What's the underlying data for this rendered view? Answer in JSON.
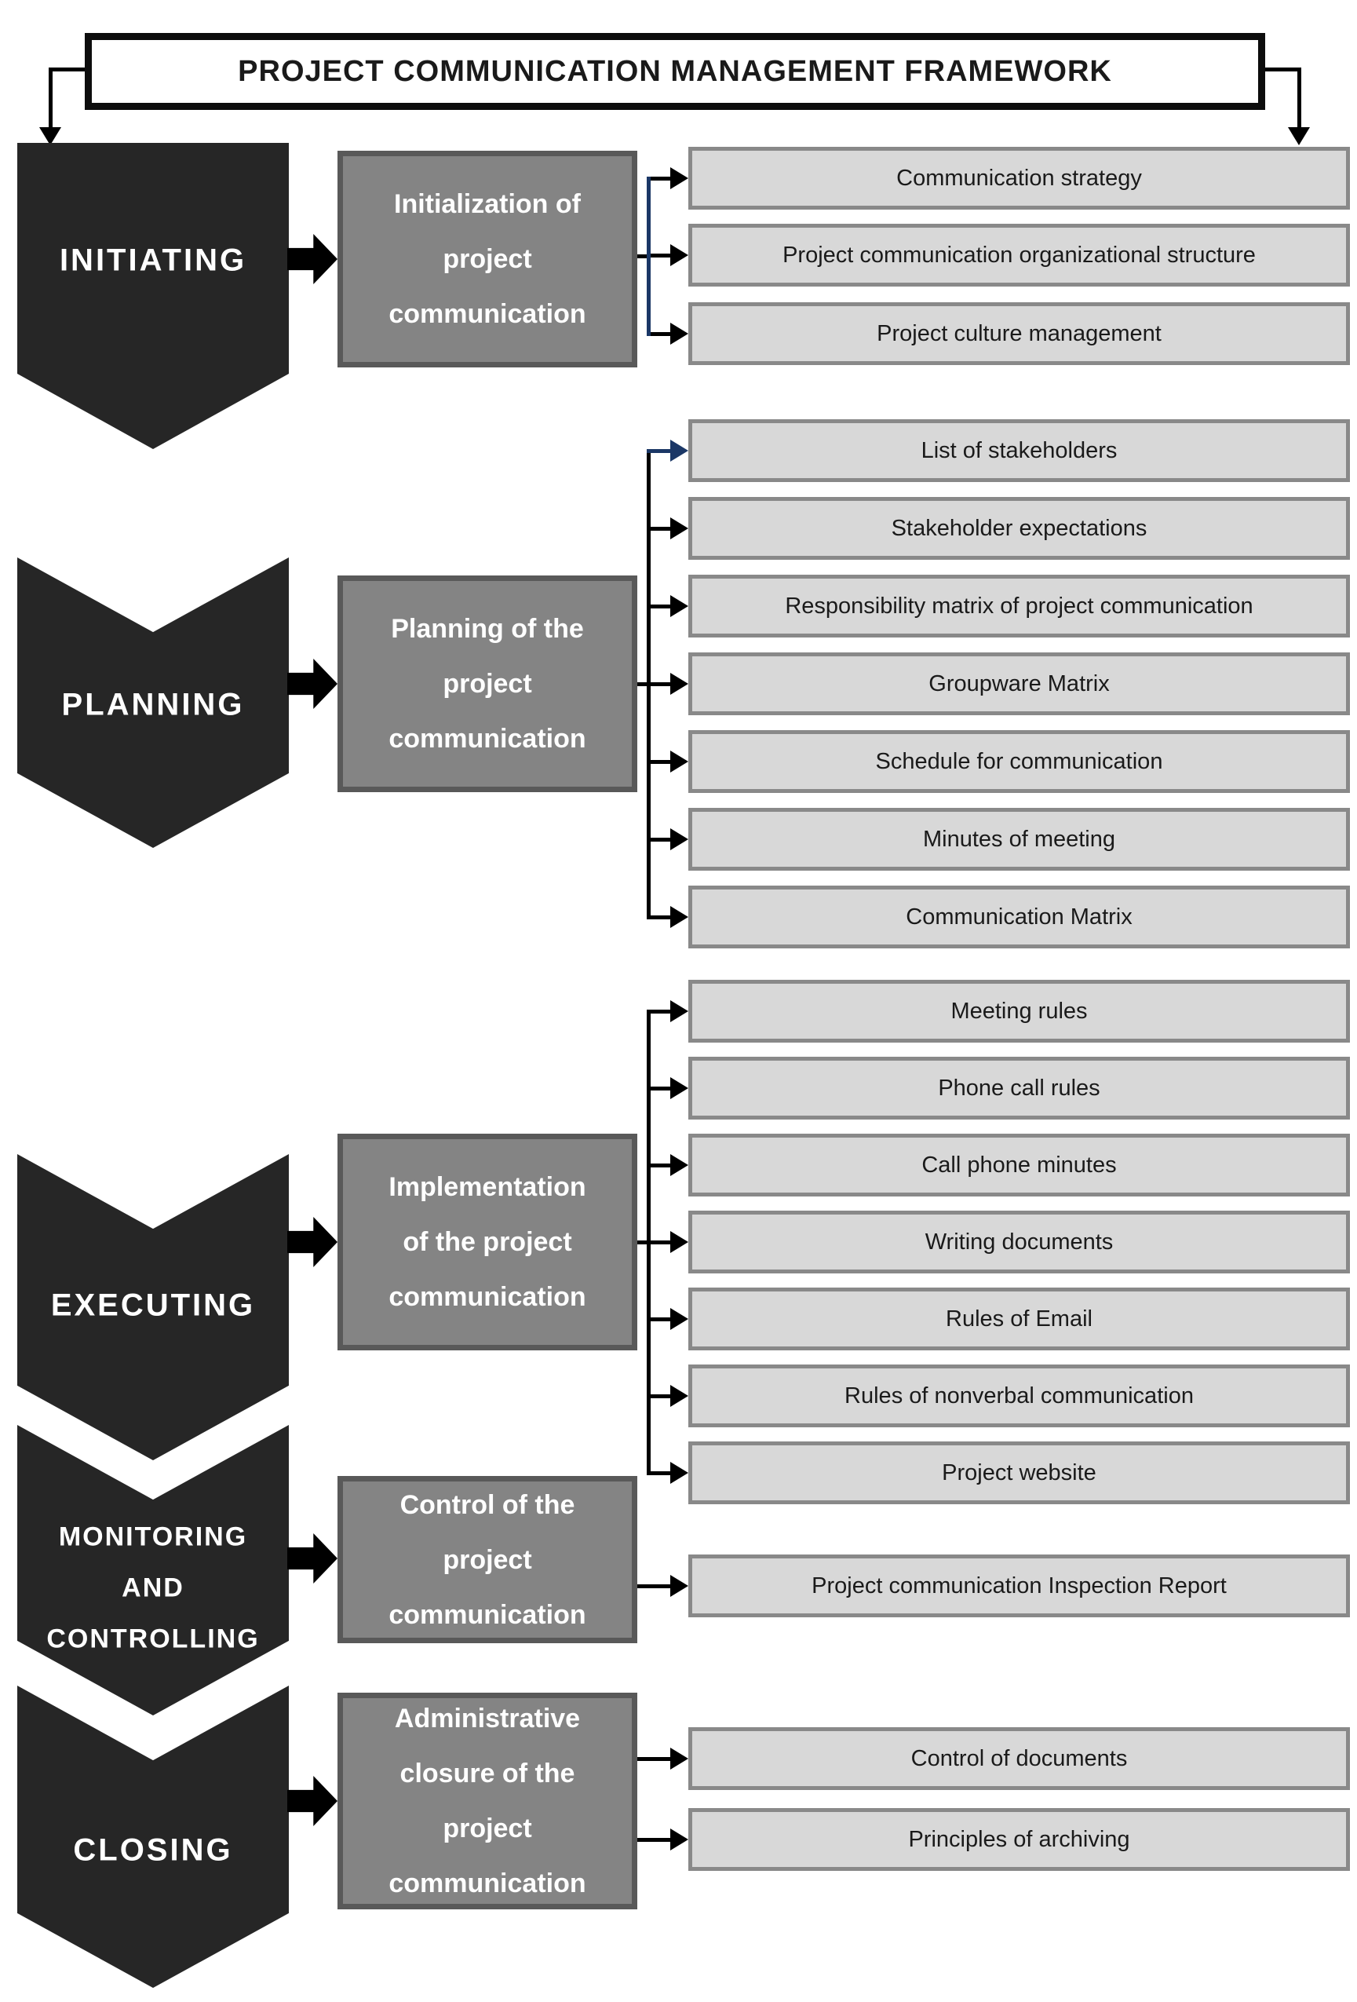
{
  "title": "PROJECT COMMUNICATION MANAGEMENT FRAMEWORK",
  "colors": {
    "background": "#ffffff",
    "chevron_fill": "#262626",
    "process_fill": "#848484",
    "process_border": "#595959",
    "output_fill": "#d8d8d8",
    "output_border": "#898989",
    "connector_black": "#000000",
    "connector_navy": "#1b3766",
    "title_border": "#0d0d0d",
    "text_dark": "#1a1a1a",
    "text_light": "#ffffff"
  },
  "sections": [
    {
      "id": "initiating",
      "phase": "INITIATING",
      "process": "Initialization of\nproject\ncommunication",
      "outputs": [
        "Communication strategy",
        "Project communication organizational structure",
        "Project culture management"
      ]
    },
    {
      "id": "planning",
      "phase": "PLANNING",
      "process": "Planning of the\nproject\ncommunication",
      "outputs": [
        "List of stakeholders",
        "Stakeholder expectations",
        "Responsibility matrix of project communication",
        "Groupware Matrix",
        "Schedule for communication",
        "Minutes of meeting",
        "Communication Matrix"
      ]
    },
    {
      "id": "executing",
      "phase": "EXECUTING",
      "process": "Implementation\nof the project\ncommunication",
      "outputs": [
        "Meeting rules",
        "Phone call rules",
        "Call phone minutes",
        "Writing documents",
        "Rules of Email",
        "Rules of nonverbal communication",
        "Project website"
      ]
    },
    {
      "id": "monitoring-and-controlling",
      "phase": "MONITORING\nAND\nCONTROLLING",
      "process": "Control of the\nproject\ncommunication",
      "outputs": [
        "Project communication Inspection Report"
      ]
    },
    {
      "id": "closing",
      "phase": "CLOSING",
      "process": "Administrative\nclosure of the\nproject\ncommunication",
      "outputs": [
        "Control of documents",
        "Principles of archiving"
      ]
    }
  ]
}
